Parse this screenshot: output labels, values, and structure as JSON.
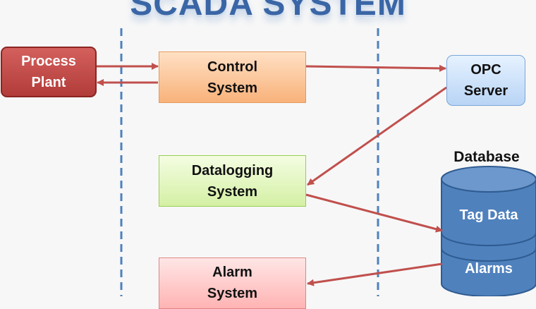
{
  "title": "SCADA SYSTEM",
  "nodes": {
    "process_plant": "Process\nPlant",
    "control_system": "Control\nSystem",
    "opc_server": "OPC\nServer",
    "datalogging_system": "Datalogging\nSystem",
    "alarm_system": "Alarm\nSystem",
    "database": "Database",
    "tag_data": "Tag Data",
    "alarms": "Alarms"
  },
  "colors": {
    "title": "#3a66a6",
    "arrow": "#c0504d",
    "boundary": "#4f81bd",
    "database": "#4f81bd"
  },
  "edges": [
    {
      "from": "process_plant",
      "to": "control_system"
    },
    {
      "from": "control_system",
      "to": "process_plant"
    },
    {
      "from": "control_system",
      "to": "opc_server"
    },
    {
      "from": "opc_server",
      "to": "datalogging_system"
    },
    {
      "from": "datalogging_system",
      "to": "tag_data"
    },
    {
      "from": "alarms",
      "to": "alarm_system"
    }
  ]
}
